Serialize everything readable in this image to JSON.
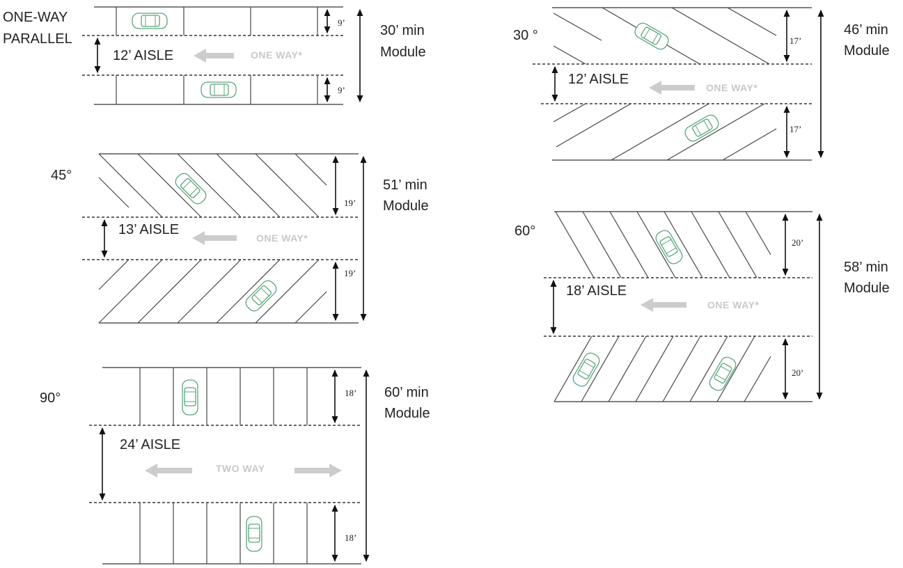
{
  "diagrams": {
    "parallel": {
      "title_line1": "ONE-WAY",
      "title_line2": "PARALLEL",
      "aisle": "12’ AISLE",
      "direction": "ONE WAY*",
      "stall_top": "9’",
      "stall_bottom": "9’",
      "module_line1": "30’ min",
      "module_line2": "Module"
    },
    "deg45": {
      "title": "45°",
      "aisle": "13’ AISLE",
      "direction": "ONE WAY*",
      "stall_top": "19’",
      "stall_bottom": "19’",
      "module_line1": "51’ min",
      "module_line2": "Module"
    },
    "deg90": {
      "title": "90°",
      "aisle": "24’ AISLE",
      "direction": "TWO WAY",
      "stall_top": "18’",
      "stall_bottom": "18’",
      "module_line1": "60’ min",
      "module_line2": "Module"
    },
    "deg30": {
      "title": "30 °",
      "aisle": "12’ AISLE",
      "direction": "ONE WAY*",
      "stall_top": "17’",
      "stall_bottom": "17’",
      "module_line1": "46’ min",
      "module_line2": "Module"
    },
    "deg60": {
      "title": "60°",
      "aisle": "18’ AISLE",
      "direction": "ONE WAY*",
      "stall_top": "20’",
      "stall_bottom": "20’",
      "module_line1": "58’ min",
      "module_line2": "Module"
    }
  },
  "colors": {
    "car_outline": "#5aa47a",
    "direction_arrow": "#cccccc",
    "lines": "#444444"
  }
}
